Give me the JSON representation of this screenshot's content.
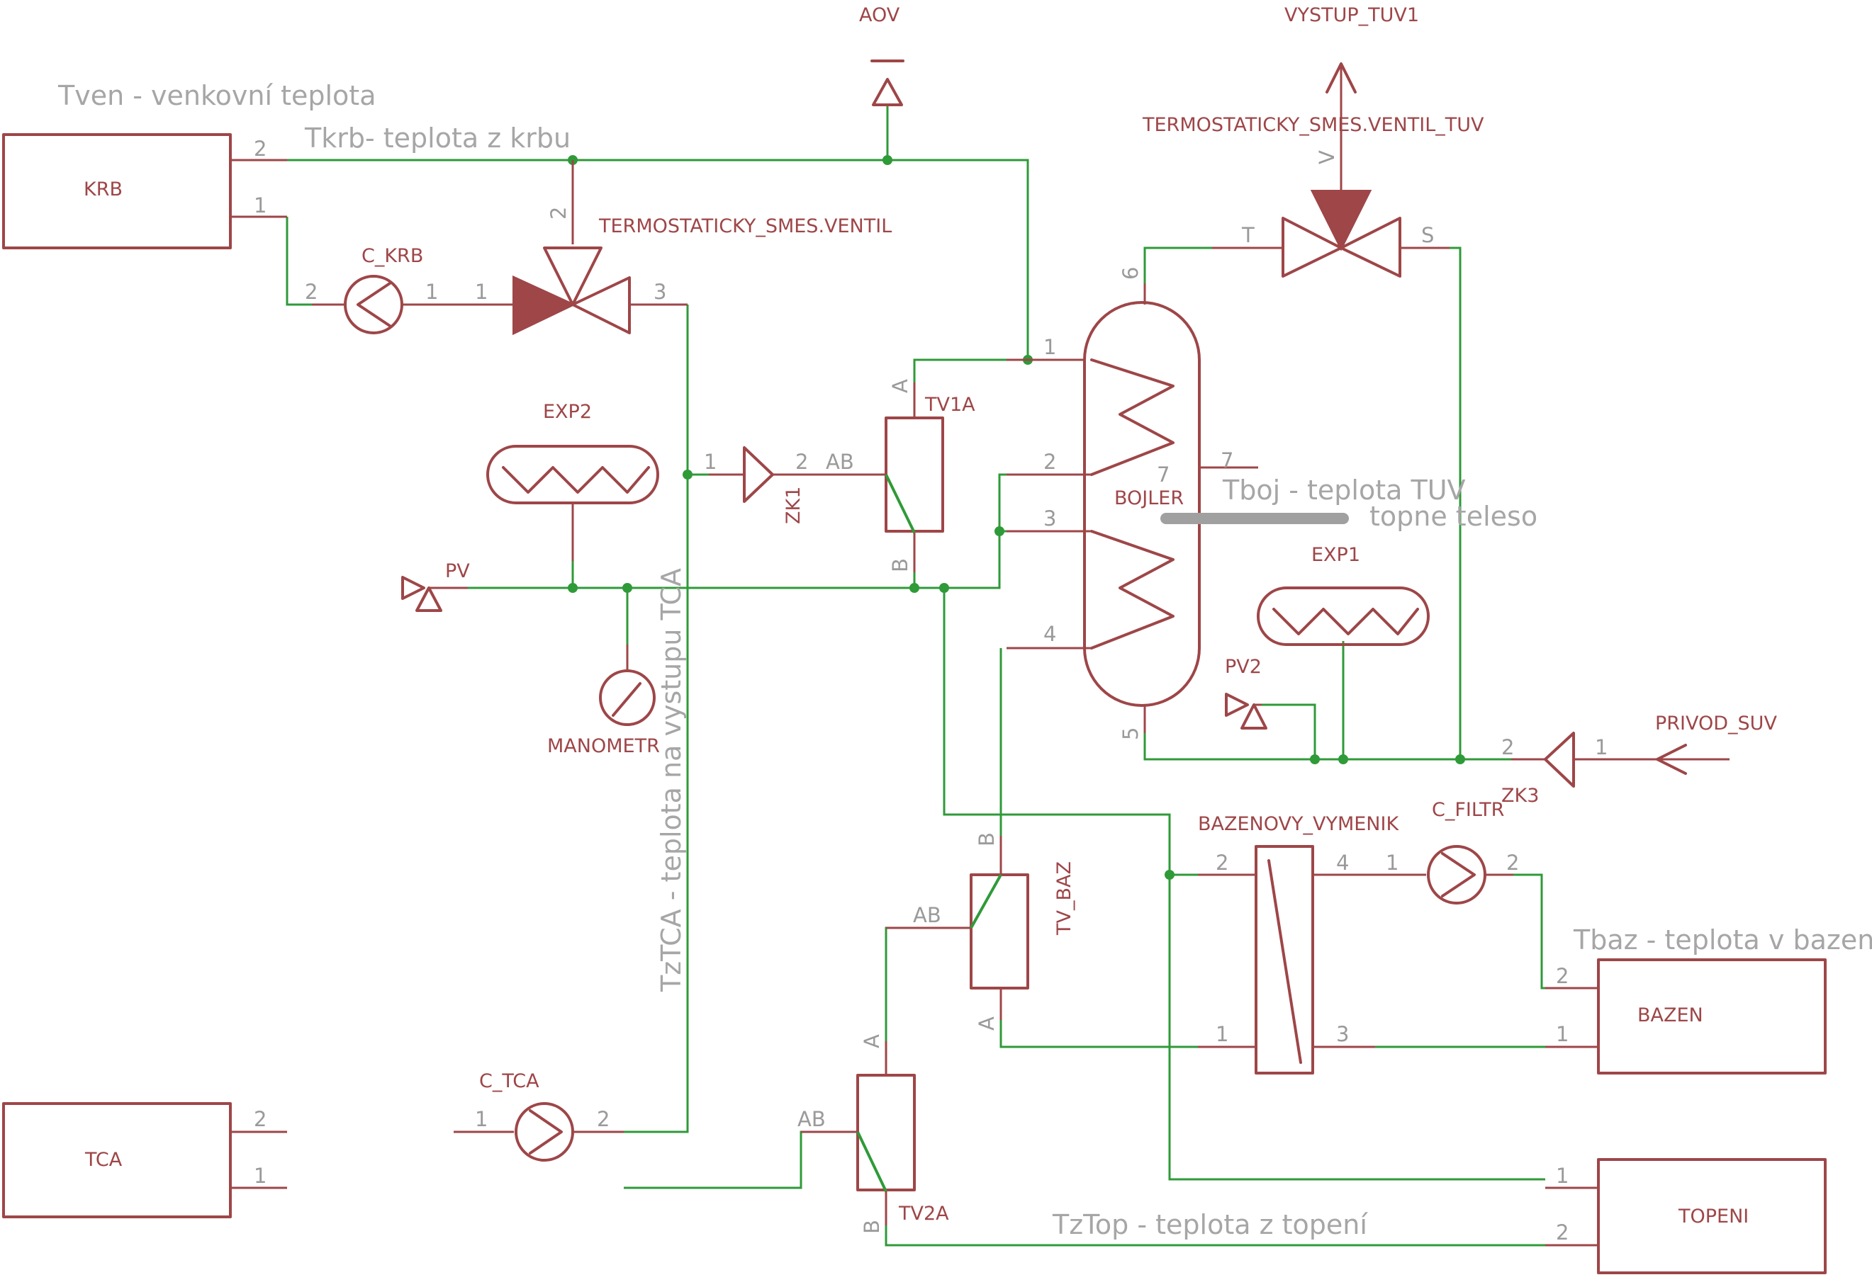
{
  "components": {
    "krb": "KRB",
    "tca": "TCA",
    "bazen": "BAZEN",
    "topeni": "TOPENI",
    "c_krb": "C_KRB",
    "c_tca": "C_TCA",
    "c_filtr": "C_FILTR",
    "mix_valve": "TERMOSTATICKY_SMES.VENTIL",
    "mix_valve_tuv": "TERMOSTATICKY_SMES.VENTIL_TUV",
    "aov": "AOV",
    "vystup_tuv1": "VYSTUP_TUV1",
    "privod_suv": "PRIVOD_SUV",
    "exp1": "EXP1",
    "exp2": "EXP2",
    "pv": "PV",
    "pv2": "PV2",
    "manometr": "MANOMETR",
    "zk1": "ZK1",
    "zk3": "ZK3",
    "tv1a": "TV1A",
    "tv2a": "TV2A",
    "tv_baz": "TV_BAZ",
    "bojler": "BOJLER",
    "bazenovy_vymenik": "BAZENOVY_VYMENIK"
  },
  "annotations": {
    "tven": "Tven - venkovní teplota",
    "tkrb": "Tkrb- teplota z krbu",
    "tboj": "Tboj - teplota TUV",
    "topne_teleso": "topne teleso",
    "tztca": "TzTCA - teplota na vystupu TCA",
    "tbaz": "Tbaz - teplota v bazenu",
    "tztop": "TzTop - teplota z topení"
  },
  "pins": {
    "p1": "1",
    "p2": "2",
    "p3": "3",
    "p4": "4",
    "p5": "5",
    "p6": "6",
    "p7": "7",
    "a": "A",
    "b": "B",
    "ab": "AB",
    "t": "T",
    "s": "S",
    "v": "V"
  },
  "colors": {
    "component": "#9e4648",
    "wire": "#2f9a38",
    "annotation": "#a6a6a6",
    "pin_label": "#9a9a9a"
  }
}
